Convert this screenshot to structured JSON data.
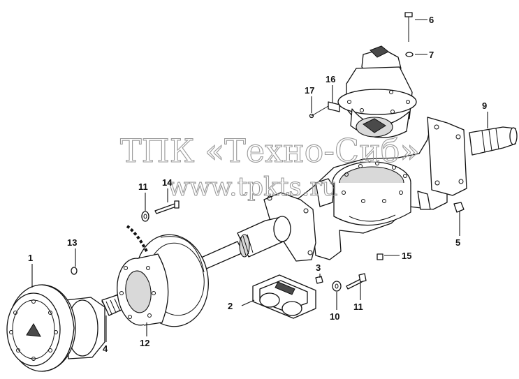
{
  "watermark": {
    "line1": "ТПК «Техно-Сиб»",
    "line2": "www.tpkts.ru"
  },
  "labels": {
    "p1": "1",
    "p2": "2",
    "p3": "3",
    "p4": "4",
    "p5": "5",
    "p6": "6",
    "p7": "7",
    "p9": "9",
    "p10": "10",
    "p11a": "11",
    "p11b": "11",
    "p12": "12",
    "p13": "13",
    "p14": "14",
    "p15": "15",
    "p16": "16",
    "p17": "17"
  },
  "colors": {
    "line": "#111111",
    "watermark": "#9a9a9a",
    "shade": "#d9d9d9"
  }
}
